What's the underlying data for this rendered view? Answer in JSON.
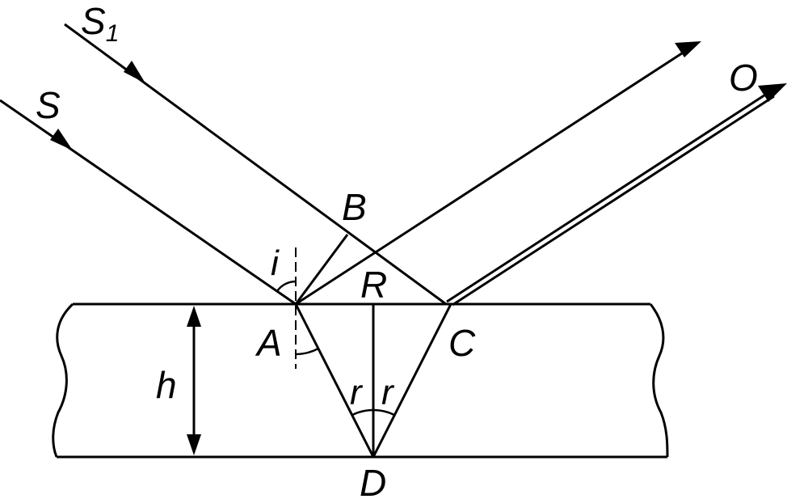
{
  "labels": {
    "s1_main": "S",
    "s1_sub": "1",
    "s": "S",
    "b": "B",
    "o": "O",
    "i": "i",
    "r_point": "R",
    "a": "A",
    "c": "C",
    "h": "h",
    "r_left": "r",
    "r_right": "r",
    "d": "D"
  },
  "colors": {
    "ink": "#000000",
    "background": "#ffffff"
  }
}
